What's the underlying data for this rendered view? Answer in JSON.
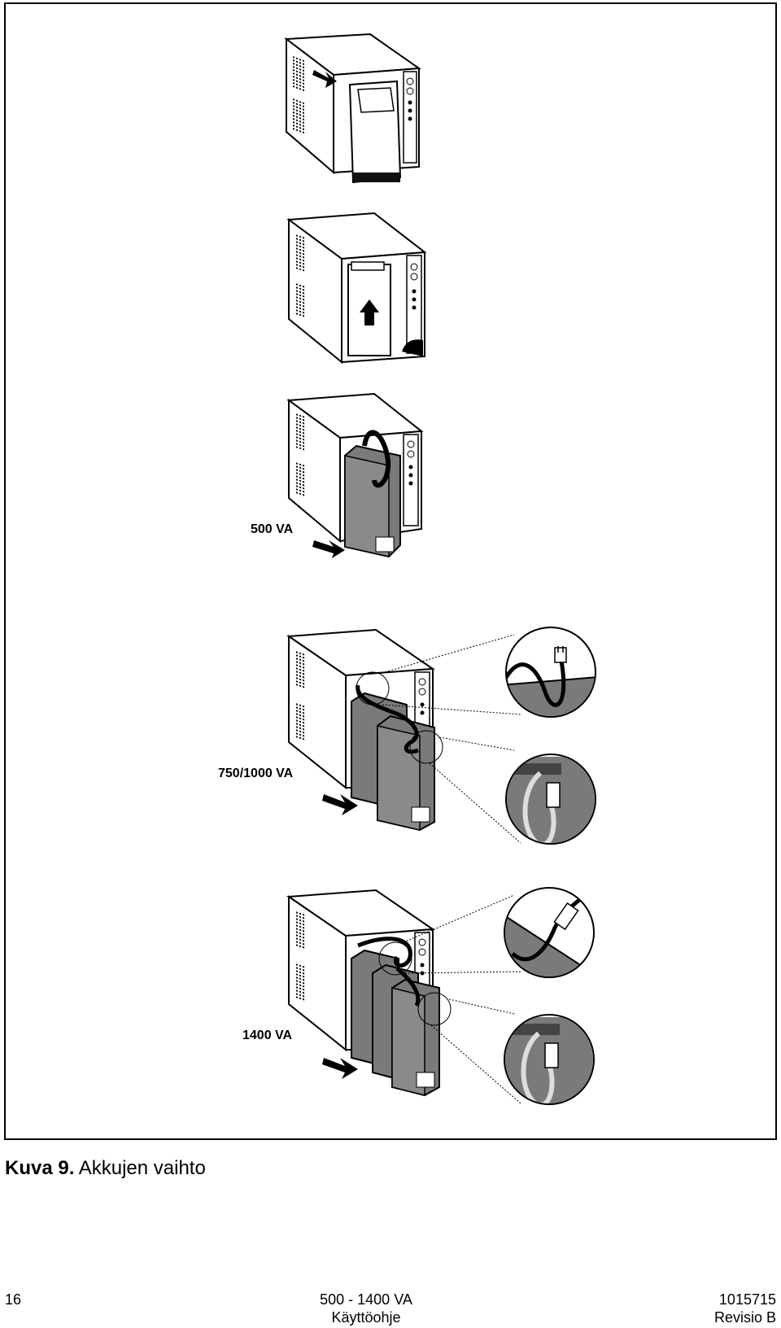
{
  "figure": {
    "labels": {
      "v500": "500 VA",
      "v750": "750/1000 VA",
      "v1400": "1400 VA"
    }
  },
  "caption": {
    "prefix": "Kuva 9.",
    "text": "Akkujen vaihto"
  },
  "footer": {
    "page_number": "16",
    "product_line1": "500 - 1400 VA",
    "product_line2": "Käyttöohje",
    "doc_number": "1015715",
    "revision": "Revisio B"
  },
  "colors": {
    "battery": "#7a7a7a",
    "line": "#000000",
    "paper": "#ffffff"
  }
}
